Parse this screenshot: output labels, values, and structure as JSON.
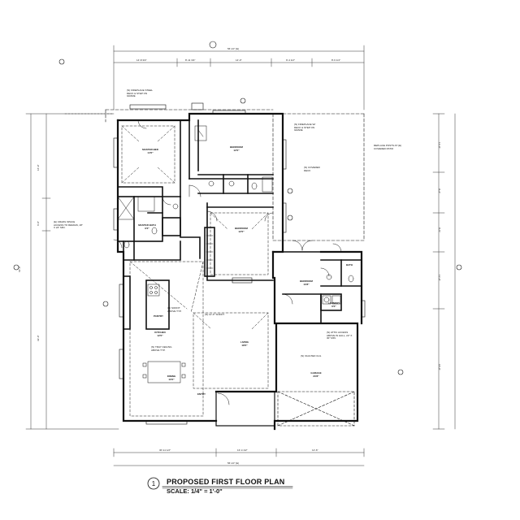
{
  "drawing": {
    "title": "PROPOSED FIRST FLOOR PLAN",
    "scale": "SCALE: 1/4\" = 1'-0\"",
    "detail_number": "1"
  },
  "rooms": {
    "master_bed": "MASTER BED\n14'0\"",
    "bedroom_2": "BEDROOM\n12'0\"",
    "bedroom_3": "BEDROOM\n12'0\"",
    "bedroom_4": "BEDROOM\n10'8\"",
    "master_bath": "MASTER BATH\n9'2\"",
    "living": "LIVING\n18'0\"",
    "kitchen": "KITCHEN\n12'0\"",
    "dining": "DINING\n10'0\"",
    "pantry": "PANTRY",
    "laundry": "LAUNDRY\n6'0\"",
    "bath": "BATH",
    "entry": "ENTRY",
    "garage": "GARAGE\n20'8\""
  },
  "notes": {
    "deck_step_top": "(N) FIREPLACE STEEL\nDECK & STEP ON\nGRADE",
    "deck_step_right": "(N) FIREPLACE W/\nDECK & STEP ON\nGRADE",
    "covered_deck": "(N) COVERED\nDECK",
    "fireplace_note": "REPLACE POSTS AT (E)\nCOVERED PATIO",
    "crawl_space": "(E) CRAWL SPACE\nACCESS TO REMAIN, 18\"\nX 24\" MIN.",
    "soffit": "(N) 12'-0\" SOFFIT",
    "ceiling": "(N) SOFFIT\nABOVE TYP.",
    "attic": "(N) ATTIC ACCESS\nABOVE IN HALL, 22\" X\n30\" MIN.",
    "tray_ceiling": "(N) TRAY CEILING\nABOVE TYP.",
    "vaulted": "(N) VAULTED CLG"
  },
  "dimensions": {
    "overall_top": "56'-10\" (E)",
    "seg_top_1": "14'-8 3/4\"",
    "seg_top_2": "8'-11 3/4\"",
    "seg_top_3": "14'-0\"",
    "seg_top_4": "9'-4 1/2\"",
    "seg_top_5": "8'-6 1/4\"",
    "overall_left": "61'-0\"",
    "seg_left_1": "16'-9\"",
    "seg_left_2": "6'-8\"",
    "seg_left_3": "33'-0\"",
    "seg_right_1": "13'-0\"",
    "seg_right_2": "9'-4\"",
    "seg_right_3": "8'-5\"",
    "seg_right_4": "13'-0\"",
    "seg_right_5": "18'-0\"",
    "overall_bottom": "56'-10\" (E)",
    "seg_bottom_1": "30'-11 1/2\"",
    "seg_bottom_2": "13'-4 1/2\"",
    "seg_bottom_3": "12'-6\""
  }
}
